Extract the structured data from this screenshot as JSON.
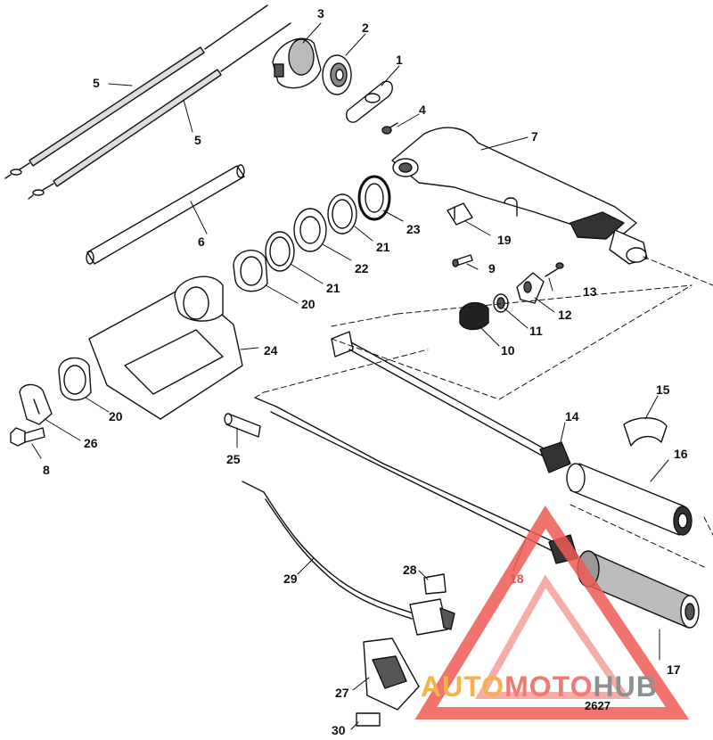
{
  "diagram": {
    "title": "",
    "reference_number": "2627",
    "labels": [
      {
        "id": "1",
        "text": "1"
      },
      {
        "id": "2",
        "text": "2"
      },
      {
        "id": "3",
        "text": "3"
      },
      {
        "id": "4",
        "text": "4"
      },
      {
        "id": "5a",
        "text": "5"
      },
      {
        "id": "5b",
        "text": "5"
      },
      {
        "id": "6",
        "text": "6"
      },
      {
        "id": "7",
        "text": "7"
      },
      {
        "id": "8",
        "text": "8"
      },
      {
        "id": "9",
        "text": "9"
      },
      {
        "id": "10",
        "text": "10"
      },
      {
        "id": "11",
        "text": "11"
      },
      {
        "id": "12",
        "text": "12"
      },
      {
        "id": "13",
        "text": "13"
      },
      {
        "id": "14",
        "text": "14"
      },
      {
        "id": "15",
        "text": "15"
      },
      {
        "id": "16",
        "text": "16"
      },
      {
        "id": "17",
        "text": "17"
      },
      {
        "id": "18",
        "text": "18"
      },
      {
        "id": "19",
        "text": "19"
      },
      {
        "id": "20a",
        "text": "20"
      },
      {
        "id": "20b",
        "text": "20"
      },
      {
        "id": "21a",
        "text": "21"
      },
      {
        "id": "21b",
        "text": "21"
      },
      {
        "id": "22",
        "text": "22"
      },
      {
        "id": "23",
        "text": "23"
      },
      {
        "id": "24",
        "text": "24"
      },
      {
        "id": "25",
        "text": "25"
      },
      {
        "id": "26",
        "text": "26"
      },
      {
        "id": "27",
        "text": "27"
      },
      {
        "id": "28",
        "text": "28"
      },
      {
        "id": "29",
        "text": "29"
      },
      {
        "id": "30",
        "text": "30"
      }
    ]
  },
  "watermark": {
    "part1": "AUTO",
    "part2": "MOTO",
    "part3": "HUB",
    "colors": {
      "triangle": "#ef5b55",
      "part1": "#f6b24a",
      "part2": "#f07a73",
      "part3": "#8f8f8f"
    }
  }
}
